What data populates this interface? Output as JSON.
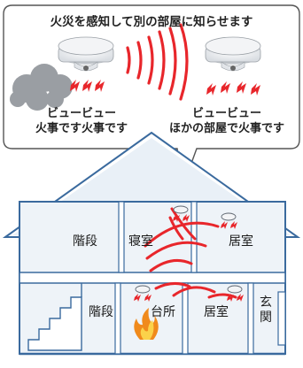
{
  "title": "火災を感知して別の部屋に知らせます",
  "left_alarm": {
    "caption_line1": "ビュービュー",
    "caption_line2": "火事です火事です"
  },
  "right_alarm": {
    "caption_line1": "ビュービュー",
    "caption_line2": "ほかの部屋で火事です"
  },
  "rooms": {
    "stairs_upper": "階段",
    "bedroom": "寝室",
    "living_upper": "居室",
    "stairs_lower": "階段",
    "kitchen": "台所",
    "living_lower": "居室",
    "entrance": "玄関"
  },
  "colors": {
    "wave_red": "#e8262b",
    "house_blue": "#3a6a9e",
    "wall_fill": "#eef3f8",
    "flame": "#f08a1c"
  },
  "icons": {
    "alarm": "smoke-detector-icon",
    "smoke": "smoke-cloud-icon",
    "fire": "flame-icon",
    "waves": "alarm-wave-icon"
  }
}
